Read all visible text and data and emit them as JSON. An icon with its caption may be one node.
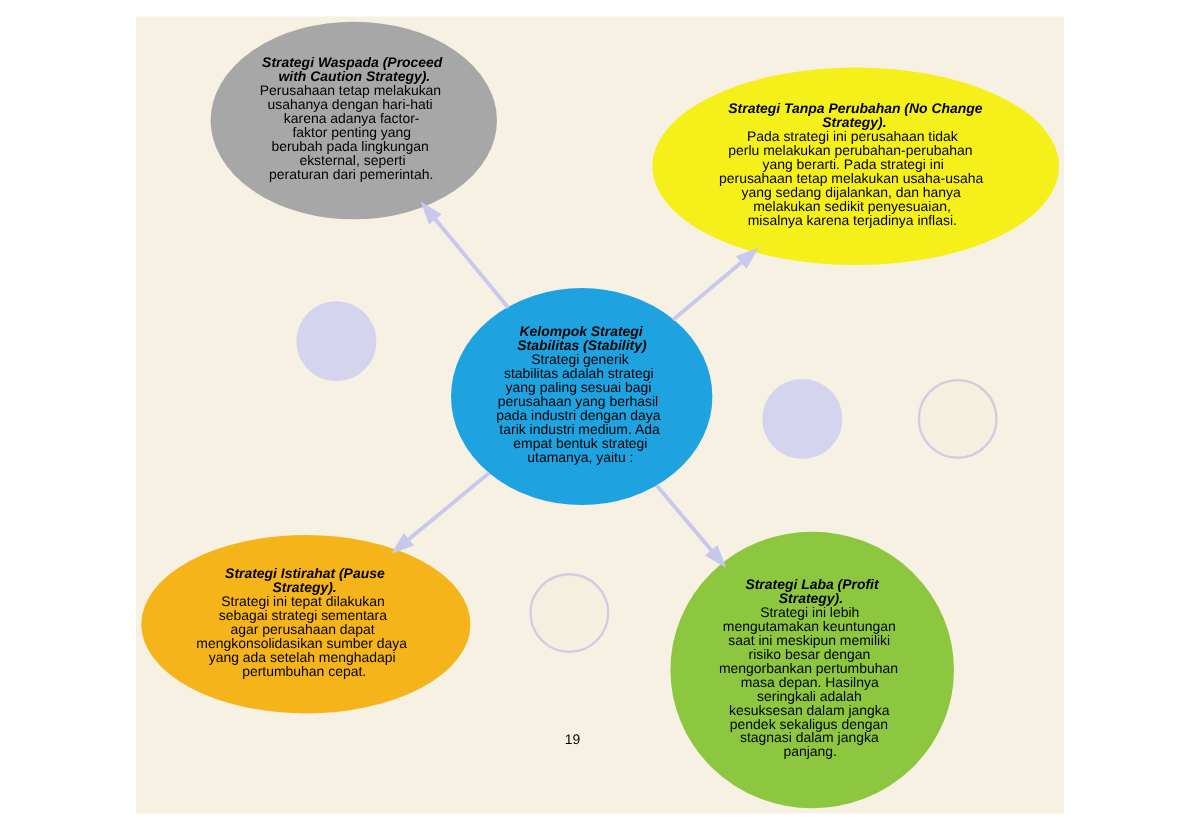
{
  "diagram": {
    "nodes": [
      {
        "text": [],
        "shape": "circle"
      },
      {
        "text": [],
        "shape": "circle"
      },
      {
        "text": [
          "Strategi Istirahat (Pause Strategy).",
          "Strategi ini tepat dilakukan sebagai strategi sementara agar perusahaan dapat mengkonsolidasikan sumber daya yang ada setelah menghadapi pertumbuhan cepat."
        ]
      },
      {
        "text": [],
        "shape": "circle"
      },
      {
        "text": [],
        "shape": "circle"
      },
      {
        "text": [
          "Strategi Laba (Profit Strategy).",
          "Strategi ini lebih mengutamakan keuntungan saat ini meskipun memiliki risiko besar dengan mengorbankan pertumbuhan masa depan. Hasilnya seringkali adalah kesuksesan dalam jangka pendek sekaligus dengan stagnasi dalam jangka panjang."
        ]
      },
      {
        "text": [
          "Kelompok Strategi Stabilitas (Stability)",
          "Strategi generik stabilitas adalah strategi yang paling sesuai bagi perusahaan yang berhasil pada industri dengan daya tarik industri medium. Ada empat bentuk strategi utamanya, yaitu :"
        ]
      },
      {
        "text": [
          "Strategi Waspada (Proceed with Caution Strategy).",
          "Perusahaan tetap melakukan usahanya dengan hari-hati karena adanya factor-faktor penting yang berubah pada lingkungan eksternal, seperti peraturan dari pemerintah."
        ]
      },
      {
        "text": [
          "Strategi Tanpa Perubahan (No Change Strategy).",
          "Pada strategi ini perusahaan tidak perlu melakukan perubahan-perubahan yang berarti. Pada strategi ini perusahaan tetap melakukan usaha-usaha yang sedang dijalankan, dan hanya melakukan sedikit penyesuaian, misalnya karena terjadinya inflasi."
        ]
      }
    ],
    "edges": [
      {
        "from": 6,
        "to": 2,
        "arrow": "to"
      },
      {
        "from": 6,
        "to": 5,
        "arrow": "to"
      },
      {
        "from": 6,
        "to": 7,
        "arrow": "to"
      },
      {
        "from": 6,
        "to": 8,
        "arrow": "to"
      }
    ],
    "labels": [
      "19"
    ]
  }
}
